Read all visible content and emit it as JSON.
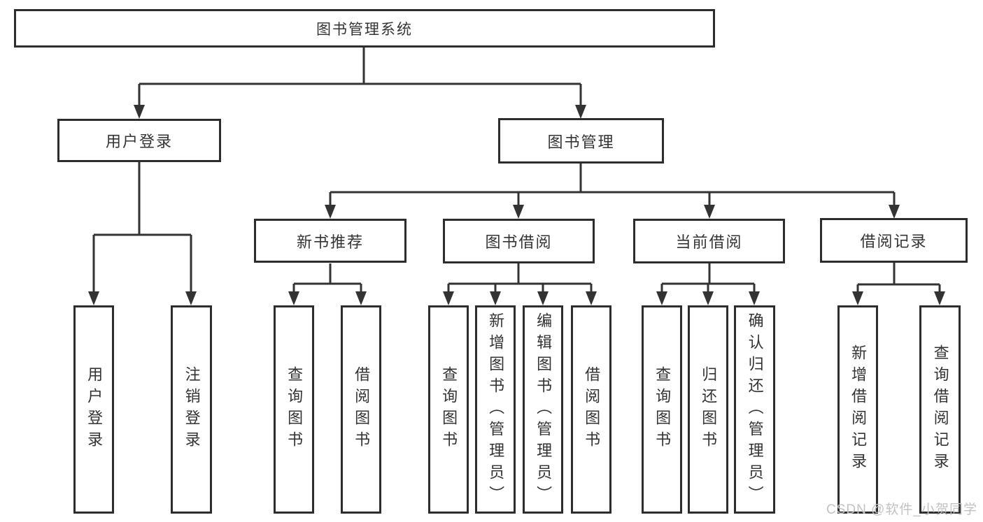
{
  "tree": {
    "root": {
      "label": "图书管理系统",
      "children": [
        {
          "label": "用户登录",
          "children": [
            {
              "label": "用户登录"
            },
            {
              "label": "注销登录"
            }
          ]
        },
        {
          "label": "图书管理",
          "children": [
            {
              "label": "新书推荐",
              "children": [
                {
                  "label": "查询图书"
                },
                {
                  "label": "借阅图书"
                }
              ]
            },
            {
              "label": "图书借阅",
              "children": [
                {
                  "label": "查询图书"
                },
                {
                  "label": "新增图书（管理员）"
                },
                {
                  "label": "编辑图书（管理员）"
                },
                {
                  "label": "借阅图书"
                }
              ]
            },
            {
              "label": "当前借阅",
              "children": [
                {
                  "label": "查询图书"
                },
                {
                  "label": "归还图书"
                },
                {
                  "label": "确认归还（管理员）"
                }
              ]
            },
            {
              "label": "借阅记录",
              "children": [
                {
                  "label": "新增借阅记录"
                },
                {
                  "label": "查询借阅记录"
                }
              ]
            }
          ]
        }
      ]
    }
  },
  "watermark": {
    "text": "CSDN @软件_小贺同学"
  },
  "colors": {
    "line": "#333333",
    "box_border": "#2d2d2d",
    "text": "#333333",
    "watermark": "#c2c2c2",
    "background": "#ffffff"
  }
}
